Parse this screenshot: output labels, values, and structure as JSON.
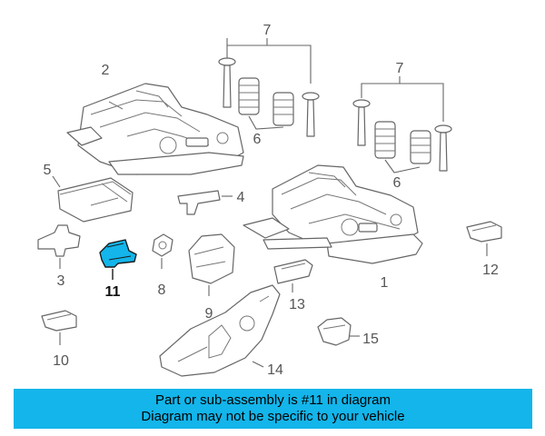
{
  "diagram": {
    "callouts": [
      "7",
      "2",
      "6",
      "7",
      "6",
      "5",
      "4",
      "3",
      "11",
      "8",
      "9",
      "1",
      "13",
      "12",
      "10",
      "15",
      "14"
    ],
    "highlight_part": "11",
    "colors": {
      "highlight": "#13b5ea",
      "line": "#666666",
      "label": "#555555"
    }
  },
  "banner": {
    "line1": "Part or sub-assembly is #11 in diagram",
    "line2": "Diagram may not be specific to your vehicle",
    "background": "#13b5ea"
  }
}
